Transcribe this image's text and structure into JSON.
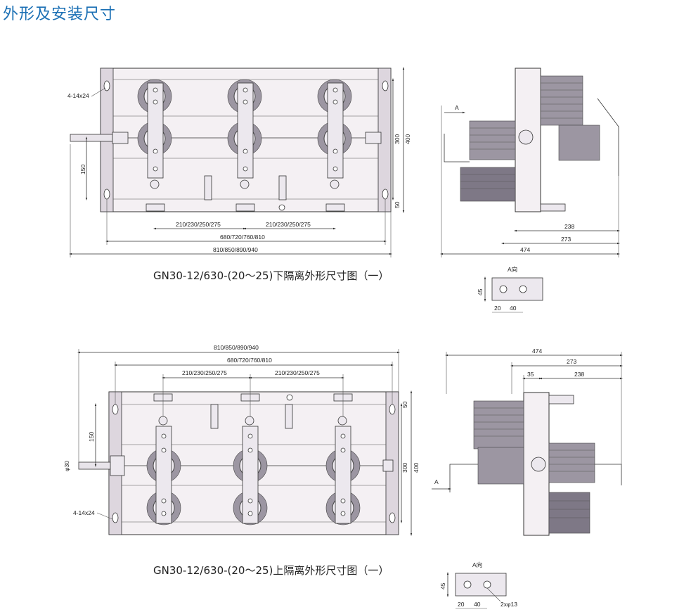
{
  "page": {
    "title": "外形及安装尺寸"
  },
  "drawing1": {
    "caption": "GN30-12/630-(20～25)下隔离外形尺寸图（一）",
    "dims": {
      "holes": "4-14x24",
      "h300": "300",
      "h400": "400",
      "h150": "150",
      "h50": "50",
      "pitch_left": "210/230/250/275",
      "pitch_right": "210/230/250/275",
      "inner": "680/720/760/810",
      "outer": "810/850/890/940"
    },
    "side": {
      "arrow": "A",
      "d238": "238",
      "d273": "273",
      "d474": "474"
    },
    "detail": {
      "label": "A向",
      "d45": "45",
      "d20": "20",
      "d40": "40"
    }
  },
  "drawing2": {
    "caption": "GN30-12/630-(20～25)上隔离外形尺寸图（一）",
    "dims": {
      "outer": "810/850/890/940",
      "inner": "680/720/760/810",
      "pitch_left": "210/230/250/275",
      "pitch_right": "210/230/250/275",
      "h150": "150",
      "phi30": "φ30",
      "h50": "50",
      "h300": "300",
      "h400": "400",
      "holes": "4-14x24"
    },
    "side": {
      "d474": "474",
      "d273": "273",
      "d35": "35",
      "d238": "238",
      "arrow": "A"
    },
    "detail": {
      "label": "A向",
      "d45": "45",
      "d20": "20",
      "d40": "40",
      "holes": "2xφ13"
    }
  }
}
